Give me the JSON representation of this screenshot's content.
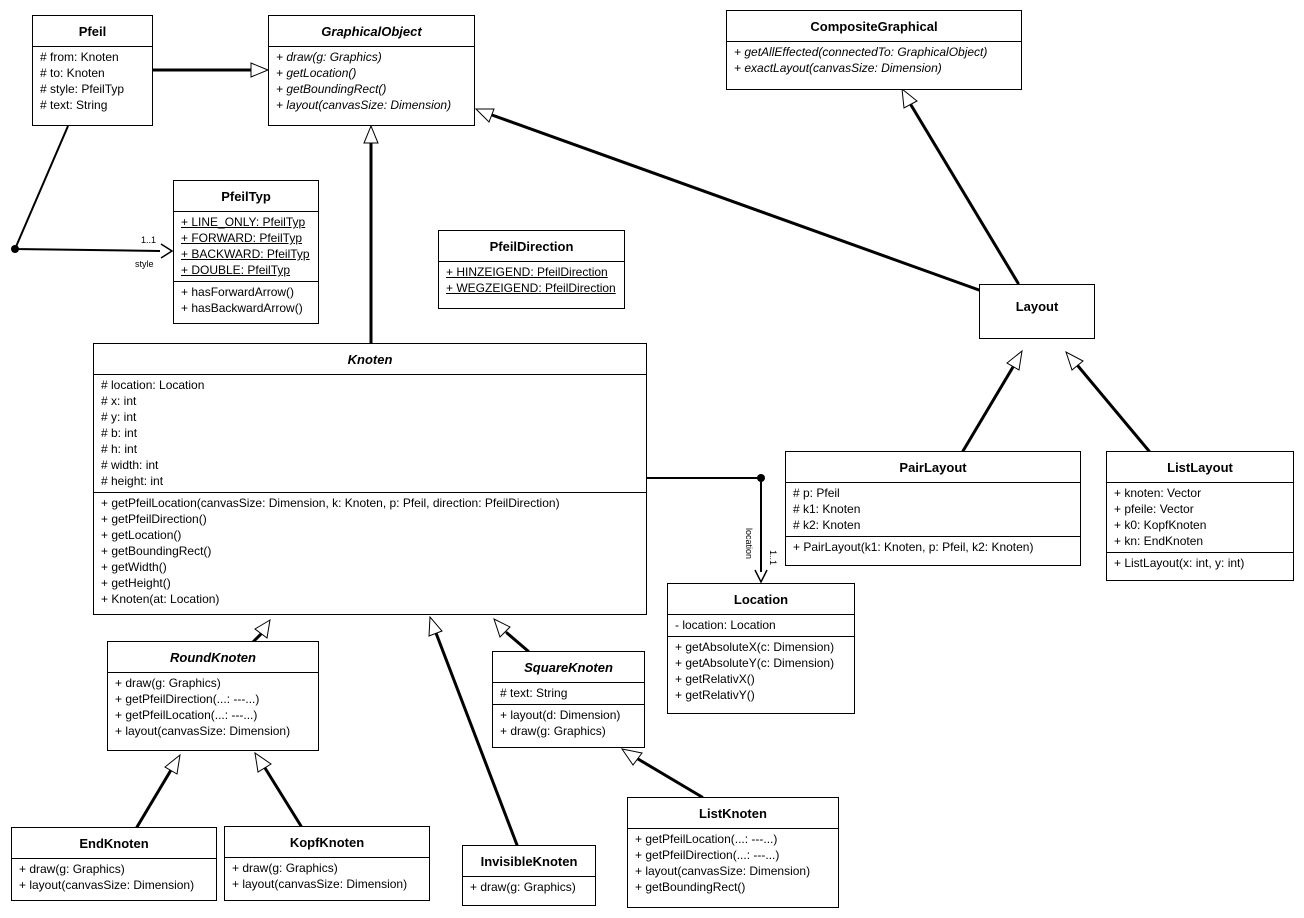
{
  "classes": {
    "pfeil": {
      "name": "Pfeil",
      "abstract": false,
      "attributes": [
        "# from: Knoten",
        "# to: Knoten",
        "# style: PfeilTyp",
        "# text: String"
      ],
      "operations": []
    },
    "graphicalobject": {
      "name": "GraphicalObject",
      "abstract": true,
      "attributes": [],
      "operations": [
        "+ draw(g: Graphics)",
        "+ getLocation()",
        "+ getBoundingRect()",
        "+ layout(canvasSize: Dimension)"
      ],
      "italic_ops": true
    },
    "compositegraphical": {
      "name": "CompositeGraphical",
      "abstract": false,
      "attributes": [],
      "operations": [
        "+ getAllEffected(connectedTo: GraphicalObject)",
        "+ exactLayout(canvasSize: Dimension)"
      ],
      "italic_ops": true
    },
    "pfeiltyp": {
      "name": "PfeilTyp",
      "abstract": false,
      "attributes": [
        "+ LINE_ONLY: PfeilTyp",
        "+ FORWARD: PfeilTyp",
        "+ BACKWARD: PfeilTyp",
        "+ DOUBLE: PfeilTyp"
      ],
      "underline_attrs": true,
      "operations": [
        "+ hasForwardArrow()",
        "+ hasBackwardArrow()"
      ]
    },
    "pfeildirection": {
      "name": "PfeilDirection",
      "abstract": false,
      "attributes": [
        "+ HINZEIGEND: PfeilDirection",
        "+ WEGZEIGEND: PfeilDirection"
      ],
      "underline_attrs": true,
      "operations": []
    },
    "layout": {
      "name": "Layout",
      "abstract": false,
      "attributes": [],
      "operations": []
    },
    "knoten": {
      "name": "Knoten",
      "abstract": true,
      "attributes": [
        "# location: Location",
        "# x: int",
        "# y: int",
        "# b: int",
        "# h: int",
        "# width: int",
        "# height: int"
      ],
      "operations": [
        "+ getPfeilLocation(canvasSize: Dimension, k: Knoten, p: Pfeil, direction: PfeilDirection)",
        "+ getPfeilDirection()",
        "+ getLocation()",
        "+ getBoundingRect()",
        "+ getWidth()",
        "+ getHeight()",
        "+ Knoten(at: Location)"
      ]
    },
    "pairlayout": {
      "name": "PairLayout",
      "abstract": false,
      "attributes": [
        "# p: Pfeil",
        "# k1: Knoten",
        "# k2: Knoten"
      ],
      "operations": [
        "+ PairLayout(k1: Knoten, p: Pfeil, k2: Knoten)"
      ]
    },
    "listlayout": {
      "name": "ListLayout",
      "abstract": false,
      "attributes": [
        "+ knoten: Vector",
        "+ pfeile: Vector",
        "+ k0: KopfKnoten",
        "+ kn: EndKnoten"
      ],
      "operations": [
        "+ ListLayout(x: int, y: int)"
      ]
    },
    "location": {
      "name": "Location",
      "abstract": false,
      "attributes": [
        "- location: Location"
      ],
      "operations": [
        "+ getAbsoluteX(c: Dimension)",
        "+ getAbsoluteY(c: Dimension)",
        "+ getRelativX()",
        "+ getRelativY()"
      ]
    },
    "roundknoten": {
      "name": "RoundKnoten",
      "abstract": true,
      "attributes": [],
      "operations": [
        "+ draw(g: Graphics)",
        "+ getPfeilDirection(...: ---...)",
        "+ getPfeilLocation(...: ---...)",
        "+ layout(canvasSize: Dimension)"
      ]
    },
    "squareknoten": {
      "name": "SquareKnoten",
      "abstract": true,
      "attributes": [
        "# text: String"
      ],
      "operations": [
        "+ layout(d: Dimension)",
        "+ draw(g: Graphics)"
      ]
    },
    "endknoten": {
      "name": "EndKnoten",
      "abstract": false,
      "attributes": [],
      "operations": [
        "+ draw(g: Graphics)",
        "+ layout(canvasSize: Dimension)"
      ]
    },
    "kopfknoten": {
      "name": "KopfKnoten",
      "abstract": false,
      "attributes": [],
      "operations": [
        "+ draw(g: Graphics)",
        "+ layout(canvasSize: Dimension)"
      ]
    },
    "invisibleknoten": {
      "name": "InvisibleKnoten",
      "abstract": false,
      "attributes": [],
      "operations": [
        "+ draw(g: Graphics)"
      ]
    },
    "listknoten": {
      "name": "ListKnoten",
      "abstract": false,
      "attributes": [],
      "operations": [
        "+ getPfeilLocation(...: ---...)",
        "+ getPfeilDirection(...: ---...)",
        "+ layout(canvasSize: Dimension)",
        "+ getBoundingRect()"
      ]
    }
  },
  "associations": {
    "style": {
      "role": "style",
      "multiplicity": "1..1"
    },
    "location": {
      "role": "location",
      "multiplicity": "1..1"
    }
  },
  "relations": [
    {
      "type": "generalization",
      "from": "Pfeil",
      "to": "GraphicalObject"
    },
    {
      "type": "generalization",
      "from": "Knoten",
      "to": "GraphicalObject"
    },
    {
      "type": "generalization",
      "from": "Layout",
      "to": "GraphicalObject"
    },
    {
      "type": "generalization",
      "from": "Layout",
      "to": "CompositeGraphical"
    },
    {
      "type": "generalization",
      "from": "PairLayout",
      "to": "Layout"
    },
    {
      "type": "generalization",
      "from": "ListLayout",
      "to": "Layout"
    },
    {
      "type": "generalization",
      "from": "RoundKnoten",
      "to": "Knoten"
    },
    {
      "type": "generalization",
      "from": "InvisibleKnoten",
      "to": "Knoten"
    },
    {
      "type": "generalization",
      "from": "SquareKnoten",
      "to": "Knoten"
    },
    {
      "type": "generalization",
      "from": "EndKnoten",
      "to": "RoundKnoten"
    },
    {
      "type": "generalization",
      "from": "KopfKnoten",
      "to": "RoundKnoten"
    },
    {
      "type": "generalization",
      "from": "ListKnoten",
      "to": "SquareKnoten"
    },
    {
      "type": "association",
      "from": "Pfeil",
      "to": "PfeilTyp"
    },
    {
      "type": "association",
      "from": "Knoten",
      "to": "Location"
    }
  ]
}
